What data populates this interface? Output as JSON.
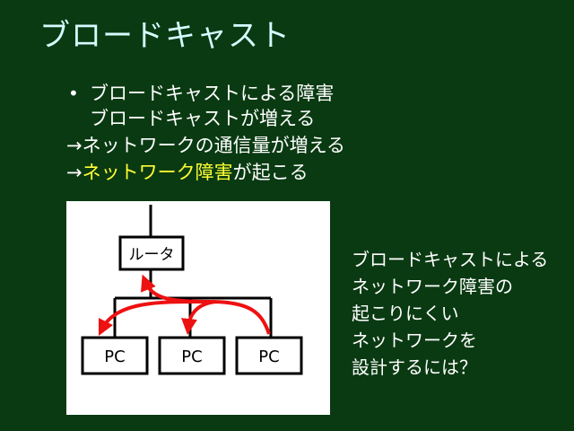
{
  "slide": {
    "title": "ブロードキャスト",
    "bullets": {
      "bullet_mark": "•",
      "line1": "ブロードキャストによる障害",
      "line2": "ブロードキャストが増える",
      "line3": "→ネットワークの通信量が増える",
      "line4_prefix": "→",
      "line4_highlight": "ネットワーク障害",
      "line4_suffix": "が起こる"
    },
    "diagram": {
      "router_label": "ルータ",
      "pc_labels": [
        "PC",
        "PC",
        "PC"
      ]
    },
    "side_text": [
      "ブロードキャストによる",
      "ネットワーク障害の",
      "起こりにくい",
      "ネットワークを",
      "設計するには？"
    ]
  },
  "colors": {
    "background": "#0a3a12",
    "title": "#d6fbff",
    "text": "#ffffff",
    "highlight": "#ffff33",
    "arrow": "#ee1111"
  }
}
